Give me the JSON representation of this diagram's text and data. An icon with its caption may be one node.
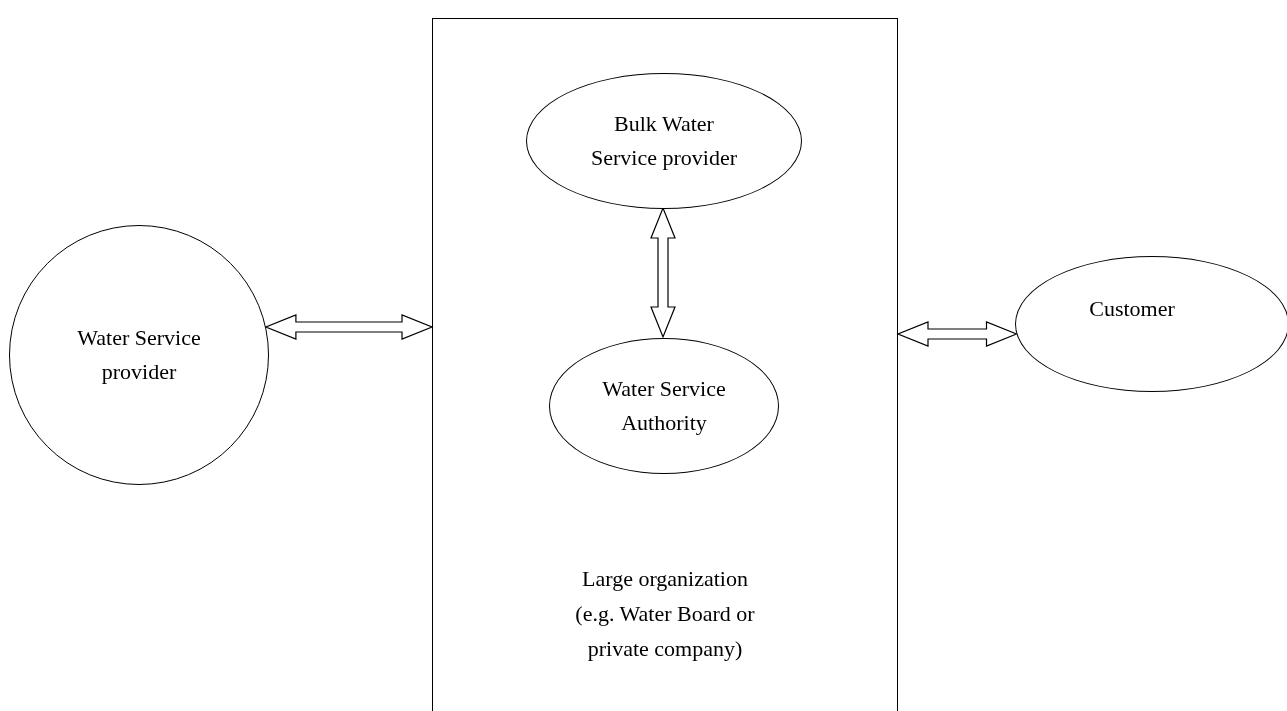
{
  "diagram": {
    "nodes": [
      {
        "text": [
          "Water Service provider"
        ]
      },
      {
        "text": [
          "Large organization (e.g. Water Board or private company)"
        ]
      },
      {
        "text": [
          "Bulk Water Service provider"
        ],
        "in": 1
      },
      {
        "text": [
          "Water Service Authority"
        ],
        "in": 1
      },
      {
        "text": [
          "Customer"
        ]
      }
    ],
    "edges": [
      {
        "from": 0,
        "to": 1,
        "arrow": "both"
      },
      {
        "from": 2,
        "to": 3,
        "arrow": "both"
      },
      {
        "from": 1,
        "to": 4,
        "arrow": "both"
      }
    ]
  }
}
